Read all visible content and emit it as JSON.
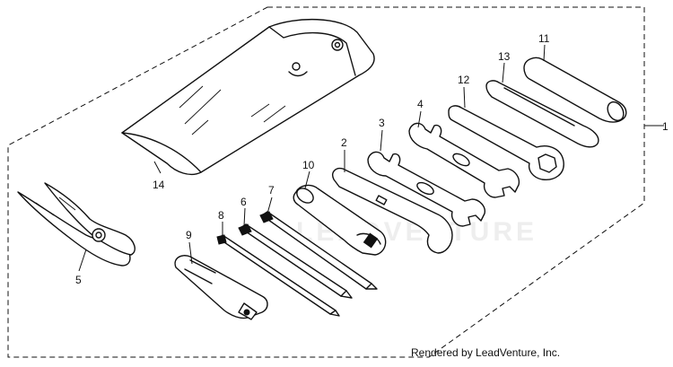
{
  "diagram": {
    "callouts": [
      "1",
      "2",
      "3",
      "4",
      "5",
      "6",
      "7",
      "8",
      "9",
      "10",
      "11",
      "12",
      "13",
      "14"
    ]
  },
  "footer": {
    "credit": "Rendered by LeadVenture, Inc."
  },
  "watermark": {
    "text": "LEADVENTURE",
    "color": "#d9d9d9"
  }
}
